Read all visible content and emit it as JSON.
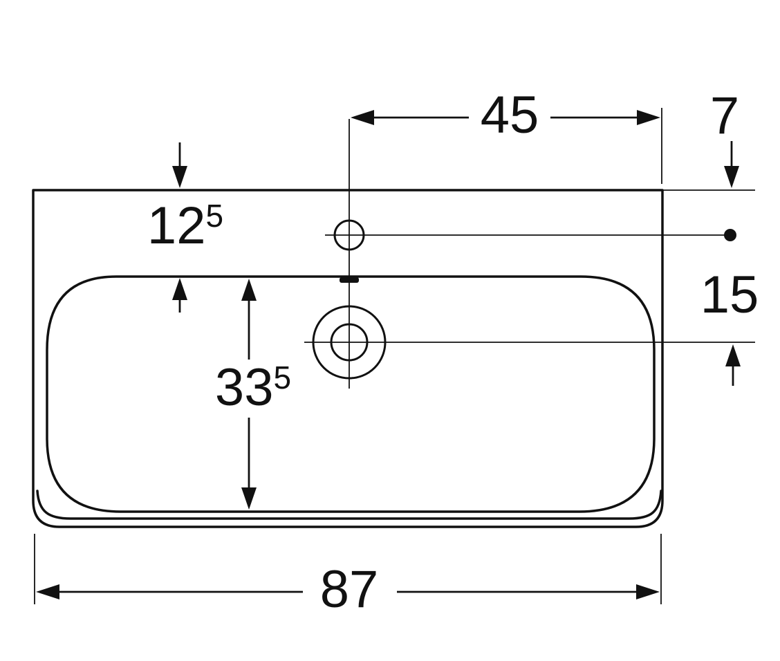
{
  "drawing": {
    "subject": "washbasin-top-view-technical-drawing",
    "background_color": "#ffffff",
    "line_color": "#111111",
    "dimensions": {
      "tap_to_right_edge": {
        "label": "45"
      },
      "tap_axis_from_top": {
        "label": "7"
      },
      "top_edge_to_bowl": {
        "main": "12",
        "sup": "5"
      },
      "tap_axis_to_drain_axis": {
        "label": "15"
      },
      "bowl_depth": {
        "main": "33",
        "sup": "5"
      },
      "overall_width": {
        "label": "87"
      }
    }
  }
}
